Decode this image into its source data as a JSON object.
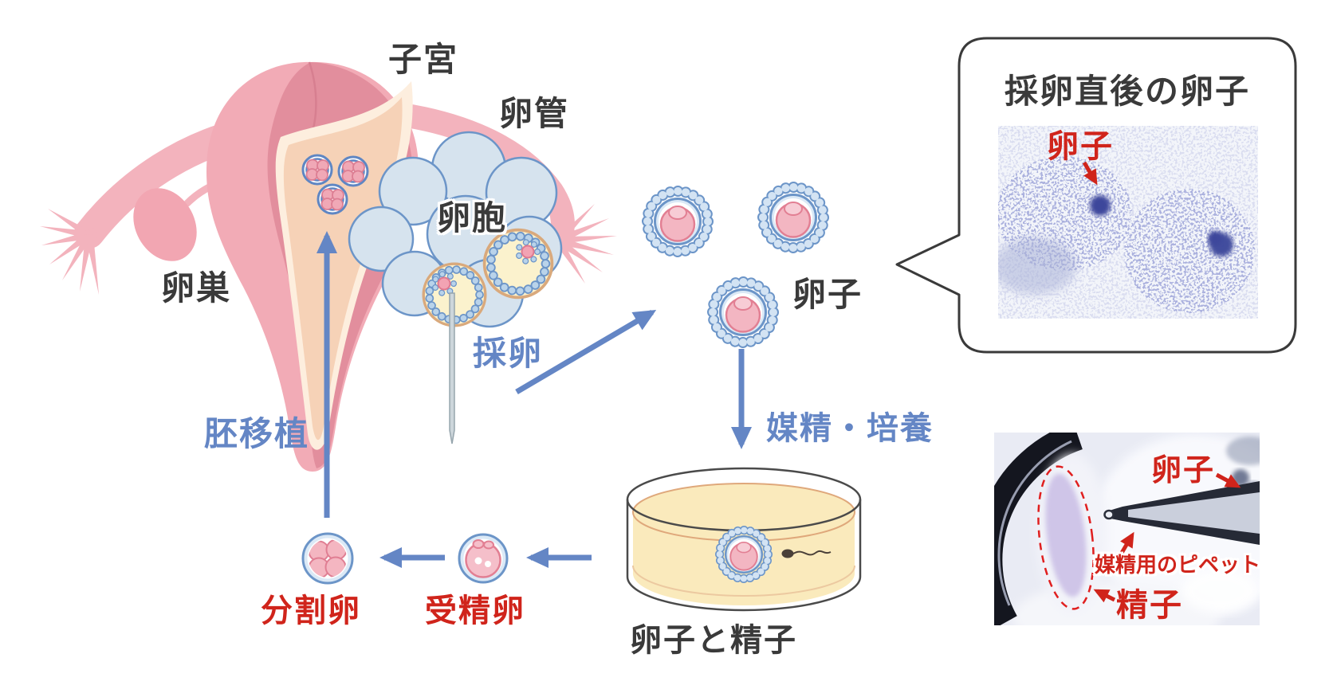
{
  "figure": {
    "anatomy_labels": {
      "uterus": "子宮",
      "fallopian_tube": "卵管",
      "follicle": "卵胞",
      "ovary": "卵巣"
    },
    "process_labels": {
      "egg_retrieval": "採卵",
      "egg": "卵子",
      "insemination_culture": "媒精・培養",
      "egg_and_sperm": "卵子と精子",
      "fertilized_egg": "受精卵",
      "cleaved_egg": "分割卵",
      "embryo_transfer": "胚移植"
    },
    "callout": {
      "title": "採卵直後の卵子",
      "egg_label": "卵子"
    },
    "insemination_photo": {
      "egg_label": "卵子",
      "pipette_label": "媒精用のピペット",
      "sperm_label": "精子"
    },
    "colors": {
      "arrow_blue": "#6486c5",
      "annotation_red": "#d0241b",
      "text_black": "#3a3a3a",
      "organ_pink": "#f2abb6",
      "follicle_blue": "#d6e3ee",
      "medium_yellow": "#faeabc"
    }
  }
}
